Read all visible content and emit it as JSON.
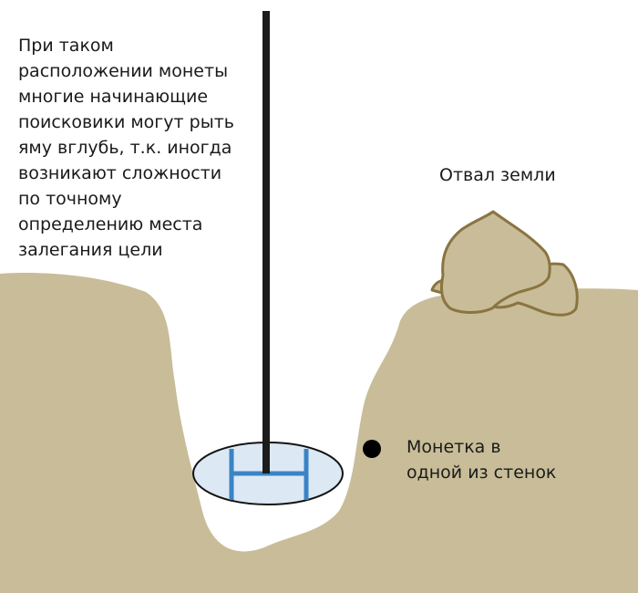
{
  "colors": {
    "soil": "#c8bd98",
    "pile_fill": "#c8bd98",
    "pile_outline": "#8a7440",
    "hole": "#ffffff",
    "rod": "#1c1c1c",
    "coil_fill": "#dce9f4",
    "coil_outline": "#141414",
    "coil_frame": "#3a84c6",
    "coin": "#000000",
    "text": "#1a1a1a"
  },
  "labels": {
    "explanation": "При таком\nрасположении монеты\nмногие начинающие\nпоисковики могут рыть\nяму вглубь, т.к. иногда\nвозникают сложности\nпо точному\nопределению места\nзалегания цели",
    "pile": "Отвал земли",
    "coin": "Монетка в\nодной из стенок"
  }
}
